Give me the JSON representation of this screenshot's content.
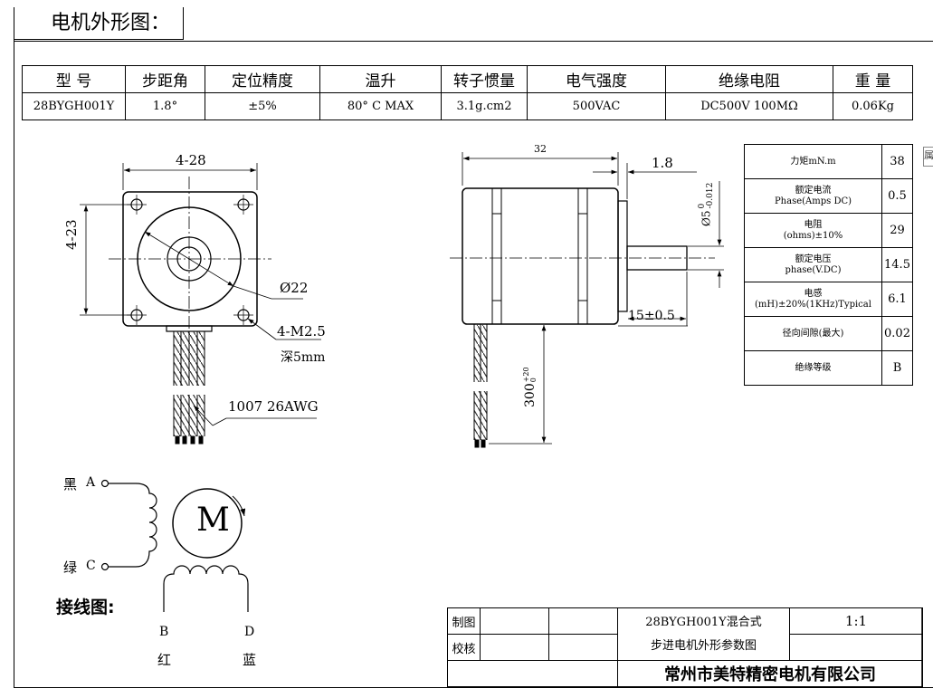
{
  "header": {
    "title": "电机外形图："
  },
  "spec_table": {
    "headers": [
      "型 号",
      "步距角",
      "定位精度",
      "温升",
      "转子惯量",
      "电气强度",
      "绝缘电阻",
      "重 量"
    ],
    "values": [
      "28BYGH001Y",
      "1.8°",
      "±5%",
      "80° C MAX",
      "3.1g.cm2",
      "500VAC",
      "DC500V 100MΩ",
      "0.06Kg"
    ]
  },
  "side_table": [
    {
      "label_lines": [
        "力矩mN.m"
      ],
      "value": "38"
    },
    {
      "label_lines": [
        "额定电流",
        "Phase(Amps DC)"
      ],
      "value": "0.5"
    },
    {
      "label_lines": [
        "电阻",
        "(ohms)±10%"
      ],
      "value": "29"
    },
    {
      "label_lines": [
        "额定电压",
        "phase(V.DC)"
      ],
      "value": "14.5"
    },
    {
      "label_lines": [
        "电感",
        "(mH)±20%(1KHz)Typical"
      ],
      "value": "6.1"
    },
    {
      "label_lines": [
        "径向间隙(最大)"
      ],
      "value": "0.02"
    },
    {
      "label_lines": [
        "绝缘等级"
      ],
      "value": "B"
    }
  ],
  "front_view": {
    "width_dim": "4-28",
    "height_dim": "4-23",
    "boss_dia": "Ø22",
    "hole_note_1": "4-M2.5",
    "hole_note_2": "深5mm",
    "wire_note": "1007 26AWG"
  },
  "side_view": {
    "length_dim": "32",
    "flange_dim": "1.8",
    "shaft_dia": "Ø5",
    "shaft_tol_upper": "0",
    "shaft_tol_lower": "-0.012",
    "shaft_len": "15±0.5",
    "lead_len": "300",
    "lead_tol_upper": "+20",
    "lead_tol_lower": "0"
  },
  "wiring": {
    "title": "接线图:",
    "motor_label": "M",
    "pin_a_name": "黑",
    "pin_a": "A",
    "pin_c_name": "绿",
    "pin_c": "C",
    "pin_b": "B",
    "pin_b_name": "红",
    "pin_d": "D",
    "pin_d_name": "蓝"
  },
  "title_block": {
    "drawn_by_label": "制图",
    "checked_by_label": "校核",
    "drawing_title_1": "28BYGH001Y混合式",
    "drawing_title_2": "步进电机外形参数图",
    "scale": "1:1",
    "company": "常州市美特精密电机有限公司"
  },
  "edge_tab": {
    "text": "属"
  }
}
